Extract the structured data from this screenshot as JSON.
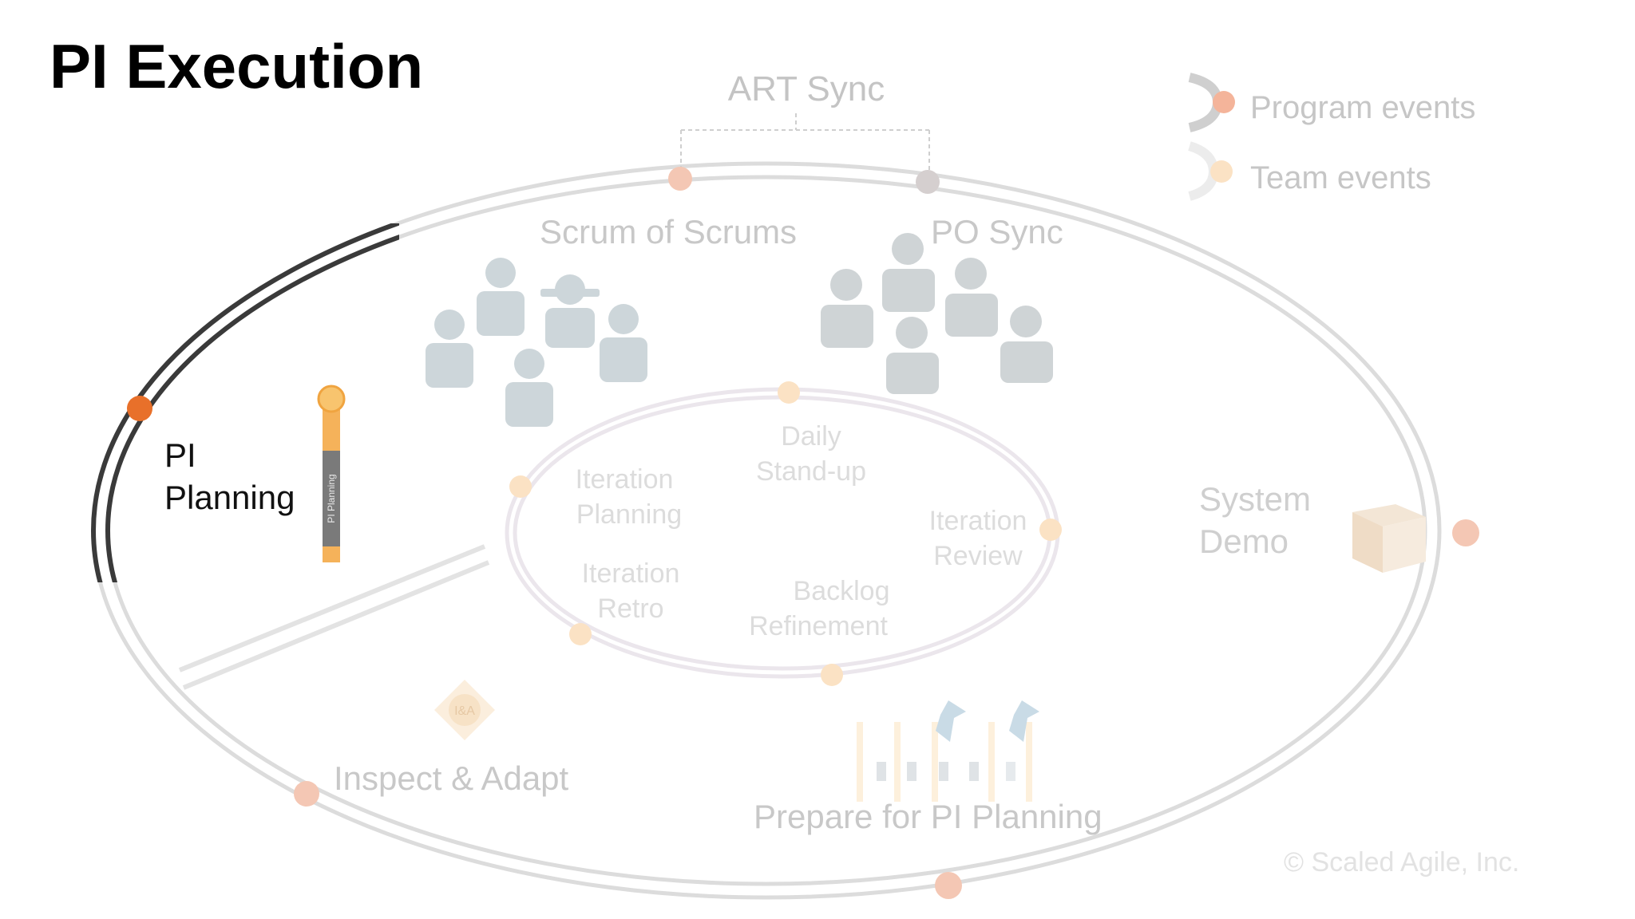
{
  "slide": {
    "title": "PI Execution"
  },
  "legend": {
    "program_events": "Program events",
    "team_events": "Team events"
  },
  "program_events": {
    "art_sync": "ART Sync",
    "scrum_of_scrums": "Scrum of Scrums",
    "po_sync": "PO Sync",
    "pi_planning_line1": "PI",
    "pi_planning_line2": "Planning",
    "pi_planning_banner": "PI Planning",
    "system_demo_line1": "System",
    "system_demo_line2": "Demo",
    "inspect_adapt": "Inspect & Adapt",
    "inspect_adapt_badge": "I&A",
    "prepare_pi_planning": "Prepare for PI Planning"
  },
  "team_events": {
    "daily_standup_line1": "Daily",
    "daily_standup_line2": "Stand-up",
    "iteration_planning_line1": "Iteration",
    "iteration_planning_line2": "Planning",
    "iteration_review_line1": "Iteration",
    "iteration_review_line2": "Review",
    "iteration_retro_line1": "Iteration",
    "iteration_retro_line2": "Retro",
    "backlog_refinement_line1": "Backlog",
    "backlog_refinement_line2": "Refinement"
  },
  "footer": {
    "copyright": "© Scaled Agile, Inc."
  },
  "colors": {
    "highlight_orange": "#e8702a",
    "program_event_faded": "#f4c7b4",
    "team_event_faded": "#fbe2c4",
    "ring_faded": "#d9d9d9",
    "ring_active": "#3a3a3a",
    "people_faded": "#c9d4d8",
    "text_faded": "#cfcfcf",
    "banner_orange": "#f5b25a"
  }
}
